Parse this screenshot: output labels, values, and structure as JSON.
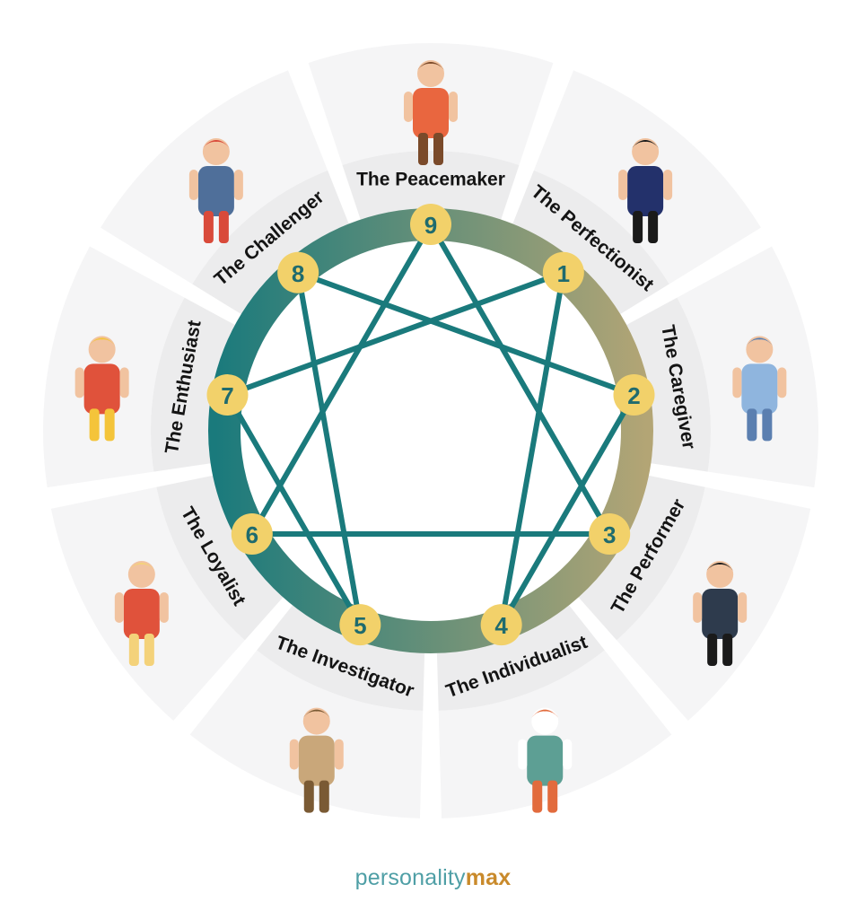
{
  "types": [
    {
      "number": "9",
      "name": "The Peacemaker",
      "figure": "meditating-person-icon"
    },
    {
      "number": "1",
      "name": "The Perfectionist",
      "figure": "businessman-with-folder-icon"
    },
    {
      "number": "2",
      "name": "The Caregiver",
      "figure": "nurse-with-clipboard-icon"
    },
    {
      "number": "3",
      "name": "The Performer",
      "figure": "magician-in-top-hat-icon"
    },
    {
      "number": "4",
      "name": "The Individualist",
      "figure": "mime-clown-icon"
    },
    {
      "number": "5",
      "name": "The Investigator",
      "figure": "detective-with-magnifier-icon"
    },
    {
      "number": "6",
      "name": "The Loyalist",
      "figure": "sports-fan-jersey-icon"
    },
    {
      "number": "7",
      "name": "The Enthusiast",
      "figure": "cheerleader-icon"
    },
    {
      "number": "8",
      "name": "The Challenger",
      "figure": "boxer-icon"
    }
  ],
  "connections": [
    [
      1,
      4
    ],
    [
      4,
      2
    ],
    [
      2,
      8
    ],
    [
      8,
      5
    ],
    [
      5,
      7
    ],
    [
      7,
      1
    ],
    [
      9,
      3
    ],
    [
      3,
      6
    ],
    [
      6,
      9
    ]
  ],
  "colors": {
    "ring_start": "#1a7a7c",
    "ring_end": "#b3a575",
    "line": "#1a7a7c",
    "node_fill": "#f2d16a",
    "number_text": "#1f6b6e",
    "outer_band": "#f5f5f6",
    "inner_band": "#ececed"
  },
  "logo": {
    "light": "personality",
    "bold": "max"
  }
}
